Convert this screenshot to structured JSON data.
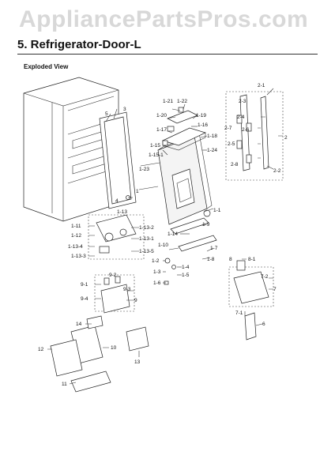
{
  "watermark": "AppliancePartsPros.com",
  "title": "5.  Refrigerator-Door-L",
  "section": "Exploded View",
  "callouts": {
    "c1": "1",
    "c1_1": "1-1",
    "c1_2": "1-2",
    "c1_3": "1-3",
    "c1_4": "1-4",
    "c1_5": "1-5",
    "c1_6": "1-6",
    "c1_7": "1-7",
    "c1_8": "1-8",
    "c1_9": "1-9",
    "c1_10": "1-10",
    "c1_11": "1-11",
    "c1_12": "1-12",
    "c1_13": "1-13",
    "c1_13_1": "1-13-1",
    "c1_13_2": "1-13-2",
    "c1_13_3": "1-13-3",
    "c1_13_4": "1-13-4",
    "c1_13_5": "1-13-5",
    "c1_14": "1-14",
    "c1_15": "1-15",
    "c1_15_1": "1-15-1",
    "c1_16": "1-16",
    "c1_17": "1-17",
    "c1_18": "1-18",
    "c1_19": "1-19",
    "c1_20": "1-20",
    "c1_21": "1-21",
    "c1_22": "1-22",
    "c1_23": "1-23",
    "c1_24": "1-24",
    "c2": "2",
    "c2_1": "2-1",
    "c2_2": "2-2",
    "c2_3": "2-3",
    "c2_4": "2-4",
    "c2_5": "2-5",
    "c2_6": "2-6",
    "c2_7": "2-7",
    "c2_8": "2-8",
    "c3": "3",
    "c4": "4",
    "c5": "5",
    "c6": "6",
    "c7": "7",
    "c7_1": "7-1",
    "c7_2": "7-2",
    "c8": "8",
    "c8_1": "8-1",
    "c9": "9",
    "c9_1": "9-1",
    "c9_2": "9-2",
    "c9_3": "9-3",
    "c9_4": "9-4",
    "c10": "10",
    "c11": "11",
    "c12": "12",
    "c13": "13",
    "c14": "14"
  }
}
